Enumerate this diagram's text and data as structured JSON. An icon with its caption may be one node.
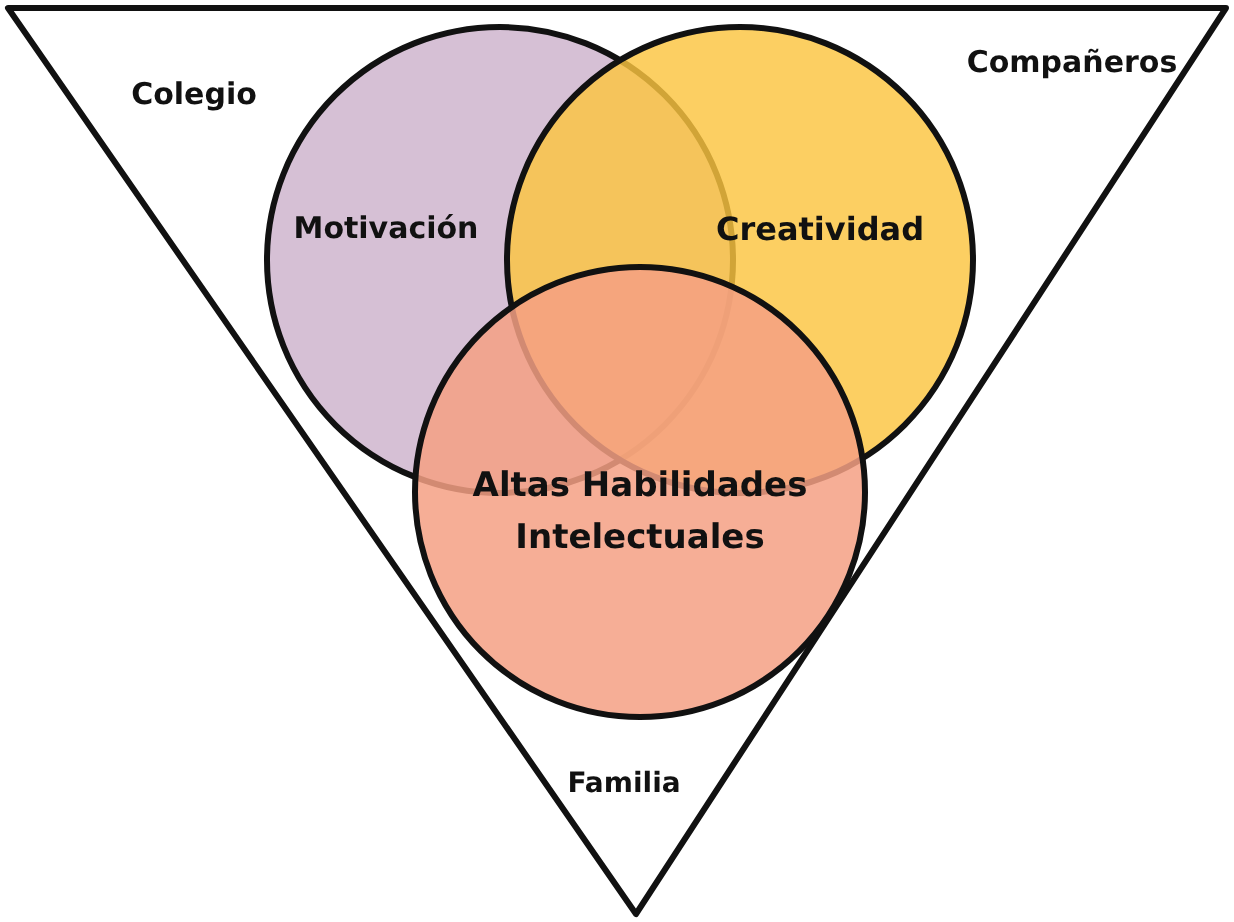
{
  "diagram": {
    "nodes": [
      {
        "text": [
          "Colegio",
          "Compañeros",
          "Familia"
        ]
      },
      {
        "text": [
          "Motivación"
        ],
        "in": 0
      },
      {
        "text": [
          "Creatividad"
        ],
        "in": 0
      },
      {
        "text": [
          "Altas Habilidades Intelectuales"
        ],
        "in": 0
      }
    ]
  }
}
